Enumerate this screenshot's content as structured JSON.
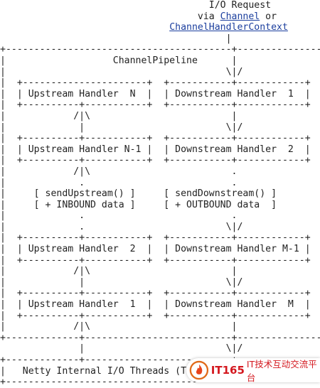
{
  "diagram": {
    "lines": [
      [
        {
          "t": "                                     I/O Request"
        }
      ],
      [
        {
          "t": "                                   via "
        },
        {
          "t": "Channel",
          "link": true
        },
        {
          "t": " or"
        }
      ],
      [
        {
          "t": "                              "
        },
        {
          "t": "ChannelHandlerContext",
          "link": true
        }
      ],
      [
        {
          "t": "                                        |"
        }
      ],
      [
        {
          "t": "+----------------------------------------+---------------+"
        }
      ],
      [
        {
          "t": "|                   ChannelPipeline      |               |"
        }
      ],
      [
        {
          "t": "|                                       \\|/              |"
        }
      ],
      [
        {
          "t": "|  +----------------------+  +-----------+------------+  |"
        }
      ],
      [
        {
          "t": "|  | Upstream Handler  N  |  | Downstream Handler  1  |  |"
        }
      ],
      [
        {
          "t": "|  +----------+-----------+  +-----------+------------+  |"
        }
      ],
      [
        {
          "t": "|            /|\\                         |               |"
        }
      ],
      [
        {
          "t": "|             |                         \\|/              |"
        }
      ],
      [
        {
          "t": "|  +----------+-----------+  +-----------+------------+  |"
        }
      ],
      [
        {
          "t": "|  | Upstream Handler N-1 |  | Downstream Handler  2  |  |"
        }
      ],
      [
        {
          "t": "|  +----------+-----------+  +-----------+------------+  |"
        }
      ],
      [
        {
          "t": "|            /|\\                         .               |"
        }
      ],
      [
        {
          "t": "|             .                          .               |"
        }
      ],
      [
        {
          "t": "|     [ sendUpstream() ]     [ sendDownstream() ]        |"
        }
      ],
      [
        {
          "t": "|     [ + INBOUND data ]     [ + OUTBOUND data  ]        |"
        }
      ],
      [
        {
          "t": "|             .                          .               |"
        }
      ],
      [
        {
          "t": "|             .                         \\|/              |"
        }
      ],
      [
        {
          "t": "|  +----------+-----------+  +-----------+------------+  |"
        }
      ],
      [
        {
          "t": "|  | Upstream Handler  2  |  | Downstream Handler M-1 |  |"
        }
      ],
      [
        {
          "t": "|  +----------+-----------+  +-----------+------------+  |"
        }
      ],
      [
        {
          "t": "|            /|\\                         |               |"
        }
      ],
      [
        {
          "t": "|             |                         \\|/              |"
        }
      ],
      [
        {
          "t": "|  +----------+-----------+  +-----------+------------+  |"
        }
      ],
      [
        {
          "t": "|  | Upstream Handler  1  |  | Downstream Handler  M  |  |"
        }
      ],
      [
        {
          "t": "|  +----------+-----------+  +-----------+------------+  |"
        }
      ],
      [
        {
          "t": "|            /|\\                         |               |"
        }
      ],
      [
        {
          "t": "+-------------+--------------------------+---------------+"
        }
      ],
      [
        {
          "t": "              |                         \\|/"
        }
      ],
      [
        {
          "t": "+-------------+--------------------------+---------------+"
        }
      ],
      [
        {
          "t": "|   Netty Internal I/O Threads (Transport Implementation)|"
        }
      ],
      [
        {
          "t": "+--------------------------------------------------------+"
        }
      ]
    ]
  },
  "watermark": {
    "brand": "IT165",
    "slogan": "IT技术互动交流平台",
    "logo": "flame-circle-icon"
  }
}
